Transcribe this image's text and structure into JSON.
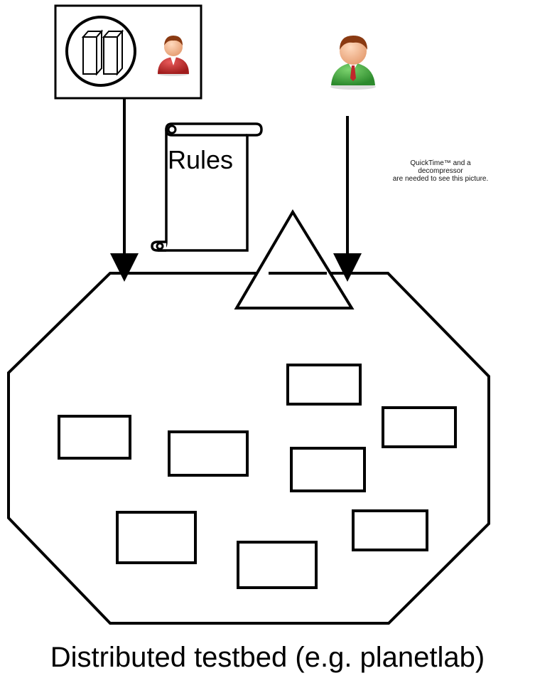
{
  "diagram": {
    "rules_label": "Rules",
    "quicktime_notice": [
      "QuickTime™ and a",
      "decompressor",
      "are needed to see this picture."
    ],
    "caption": "Distributed testbed (e.g. planetlab)"
  },
  "colors": {
    "stroke": "#000000",
    "user_red": "#c0262b",
    "user_green": "#3fa33a",
    "skin": "#f2b48c",
    "hair": "#8a3a12"
  },
  "icons": [
    "servers-icon",
    "user-red-icon",
    "user-green-icon",
    "scroll-icon"
  ]
}
